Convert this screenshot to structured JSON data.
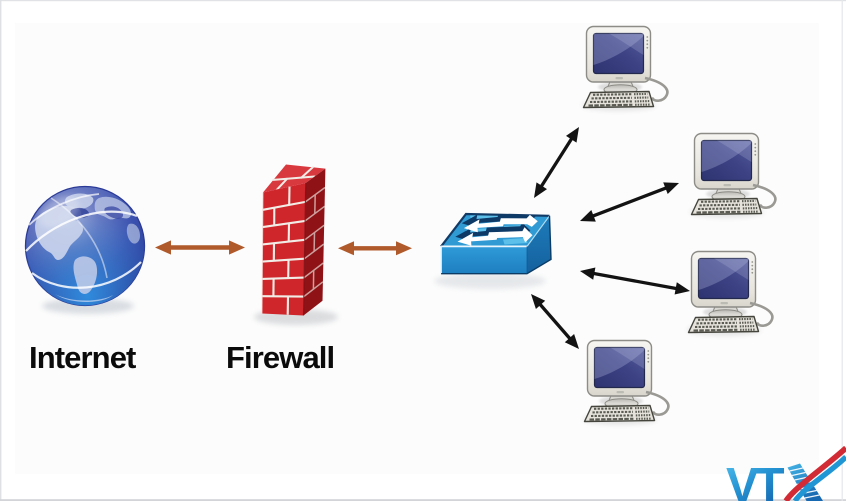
{
  "title": "Network diagram: Internet protected by a firewall connected through a switch to four computers",
  "diagram": {
    "labels": {
      "internet": "Internet",
      "firewall": "Firewall"
    },
    "nodes": [
      {
        "id": "internet",
        "label": "Internet",
        "icon": "globe-icon"
      },
      {
        "id": "firewall",
        "label": "Firewall",
        "icon": "brick-wall-icon"
      },
      {
        "id": "switch",
        "label": "",
        "icon": "network-switch-icon"
      },
      {
        "id": "pc-1",
        "label": "",
        "icon": "desktop-computer-icon"
      },
      {
        "id": "pc-2",
        "label": "",
        "icon": "desktop-computer-icon"
      },
      {
        "id": "pc-3",
        "label": "",
        "icon": "desktop-computer-icon"
      },
      {
        "id": "pc-4",
        "label": "",
        "icon": "desktop-computer-icon"
      }
    ],
    "connections": [
      {
        "from": "internet",
        "to": "firewall",
        "arrow": "double-headed",
        "color_key": "link_orange"
      },
      {
        "from": "firewall",
        "to": "switch",
        "arrow": "double-headed",
        "color_key": "link_orange"
      },
      {
        "from": "switch",
        "to": "pc-1",
        "arrow": "double-headed",
        "color_key": "link_black"
      },
      {
        "from": "switch",
        "to": "pc-2",
        "arrow": "double-headed",
        "color_key": "link_black"
      },
      {
        "from": "switch",
        "to": "pc-3",
        "arrow": "double-headed",
        "color_key": "link_black"
      },
      {
        "from": "switch",
        "to": "pc-4",
        "arrow": "double-headed",
        "color_key": "link_black"
      }
    ]
  },
  "colors": {
    "background": "#ffffff",
    "label_text": "#0b0b0b",
    "link_orange": "#b0592a",
    "link_black": "#131313",
    "brick_front": "#cf262c",
    "brick_side": "#8e1216",
    "brick_top": "#d8393f",
    "mortar": "#f2ece6",
    "switch_top": "#2f9ad4",
    "switch_front": "#2e95d6",
    "switch_side": "#1a73b2",
    "switch_arrow_shadow": "#0e3a68",
    "globe_blue": "#3a62b8",
    "screen_blue": "#373d7a",
    "logo_blue": "#2196d4",
    "logo_red": "#d22b35"
  },
  "logo": {
    "brand": "VTX",
    "vt": "VT"
  }
}
